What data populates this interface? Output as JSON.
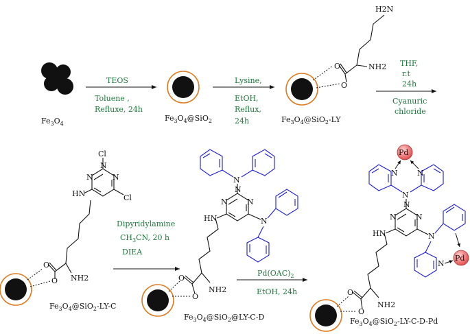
{
  "step1": {
    "reagent": "TEOS",
    "solvent": "Toluene ,",
    "conditions": "Refluxe, 24h"
  },
  "step2": {
    "reagent": "Lysine,",
    "solvent": "EtOH,",
    "conditions": "Reflux,",
    "time": "24h"
  },
  "step3": {
    "solvent": "THF,",
    "temp": "r.t",
    "time": "24h",
    "reagent_line1": "Cyanuric",
    "reagent_line2": "chloride"
  },
  "step4": {
    "reagent": "Dipyridylamine",
    "solvent": "CH3CN, 20 h",
    "base": "DIEA"
  },
  "step5": {
    "reagent": "Pd(OAC)2",
    "conditions": "EtOH, 24h"
  },
  "compounds": {
    "c1": "Fe3O4",
    "c2": "Fe3O4@SiO2",
    "c3": "Fe3O4@SiO2-LY",
    "c4": "Fe3O4@SiO2-LY-C",
    "c5": "Fe3O4@SiO2@LY-C-D",
    "c6": "Fe3O4@SiO2-LY-C-D-Pd"
  },
  "atoms": {
    "amine_terminal": "H2N",
    "amine": "NH2",
    "carbonyl_o": "O",
    "ester_o": "O",
    "hn": "HN",
    "n": "N",
    "cl": "Cl",
    "pd": "Pd"
  },
  "colors": {
    "conditions": "#1a7a3a",
    "pyridyl": "#1a1adb",
    "shell": "#e07a1f",
    "pd_fill": "#f08080"
  }
}
